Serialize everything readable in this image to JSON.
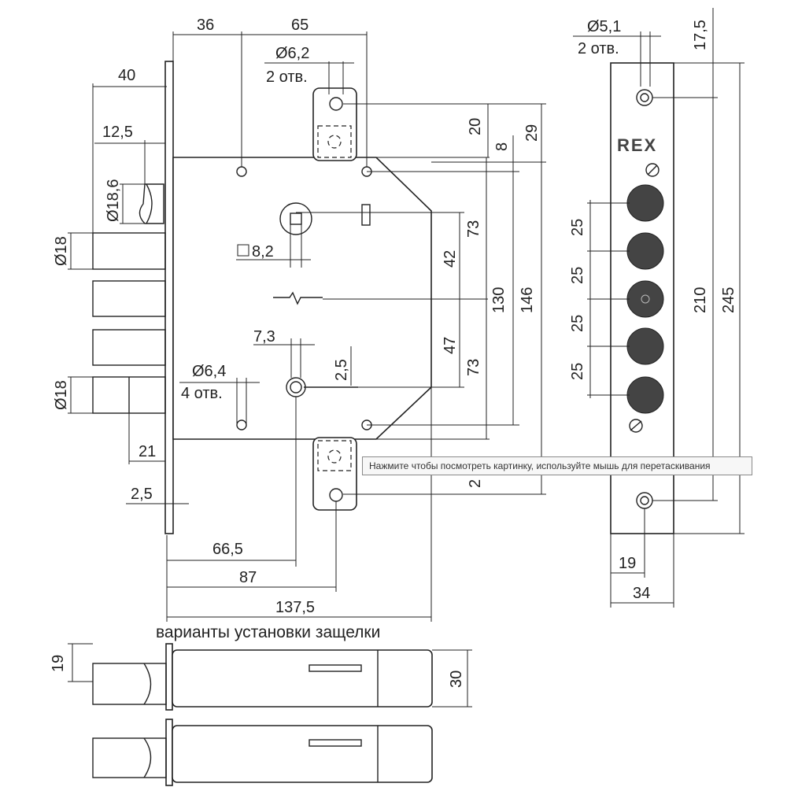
{
  "brand": "REX",
  "caption": "варианты установки защелки",
  "tooltip": "Нажмите чтобы посмотреть картинку, используйте мышь для перетаскивания",
  "dims": {
    "d36": "36",
    "d65": "65",
    "d40": "40",
    "d12_5": "12,5",
    "d18_6": "Ø18,6",
    "d18_top": "Ø18",
    "d18_bot": "Ø18",
    "hole62": "Ø6,2",
    "hole62_count": "2 отв.",
    "hole64": "Ø6,4",
    "hole64_count": "4 отв.",
    "hole51": "Ø5,1",
    "hole51_count": "2 отв.",
    "sq8_2": "8,2",
    "d7_3": "7,3",
    "d2_5_mid": "2,5",
    "d2_5_left": "2,5",
    "d21": "21",
    "d20": "20",
    "d29": "29",
    "d8": "8",
    "d73_top": "73",
    "d42": "42",
    "d130": "130",
    "d146": "146",
    "d47": "47",
    "d73_bot": "73",
    "d2_partial": "2",
    "d66_5": "66,5",
    "d87": "87",
    "d137_5": "137,5",
    "d17_5": "17,5",
    "d25_1": "25",
    "d25_2": "25",
    "d25_3": "25",
    "d25_4": "25",
    "d210": "210",
    "d245": "245",
    "d19_plate": "19",
    "d34": "34",
    "d19_latch": "19",
    "d30": "30"
  }
}
